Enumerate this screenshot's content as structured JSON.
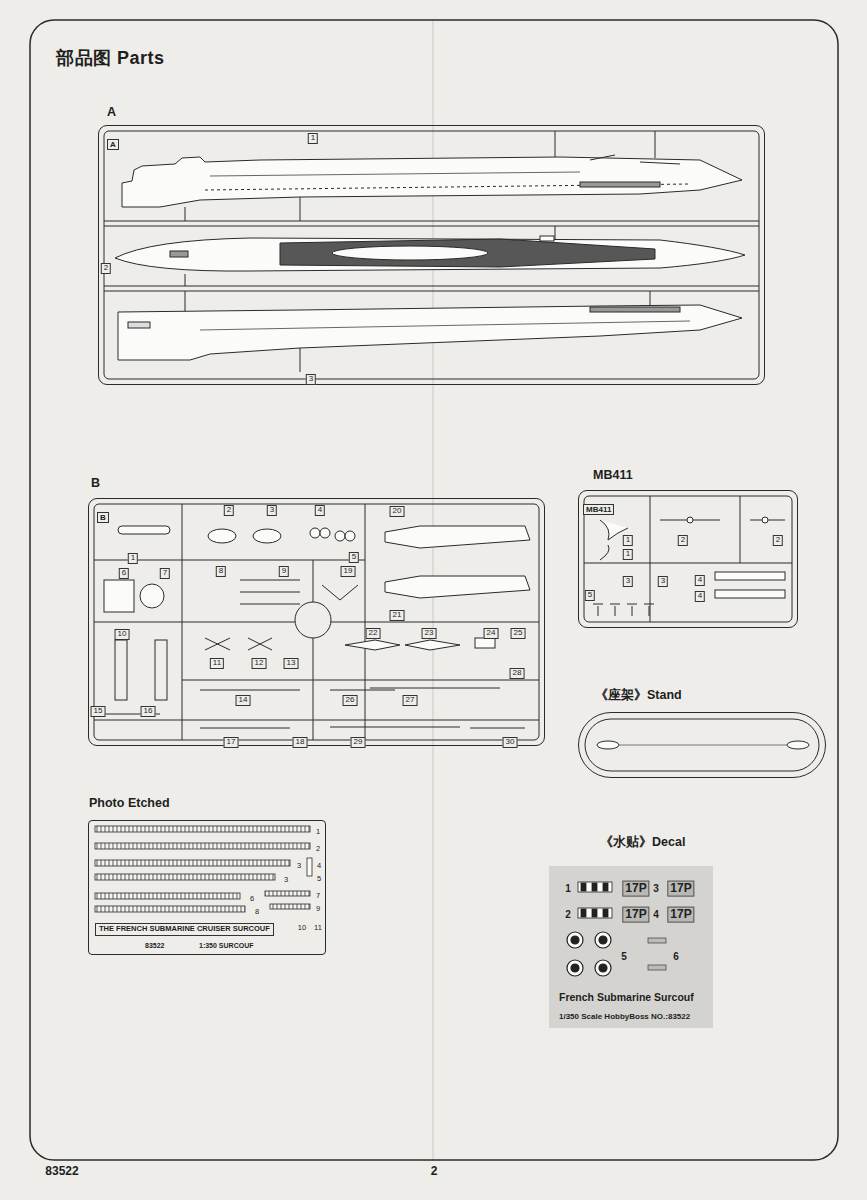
{
  "diagram": {
    "title": "部品图 Parts",
    "nodes": [
      {
        "text": [
          "A",
          "A"
        ]
      },
      {
        "text": [
          "B",
          "B"
        ]
      },
      {
        "text": [
          "MB411",
          "MB411"
        ]
      },
      {
        "text": [
          "《座架》Stand"
        ]
      },
      {
        "text": [
          "Photo Etched",
          "THE FRENCH SUBMARINE CRUISER SURCOUF",
          "83522",
          "1:350 SURCOUF"
        ]
      },
      {
        "text": [
          "《水贴》Decal",
          "French Submarine Surcouf",
          "1/350 Scale HobbyBoss NO.:83522"
        ]
      }
    ],
    "labels": [
      "1",
      "2",
      "3",
      "1",
      "2",
      "3",
      "4",
      "5",
      "6",
      "7",
      "8",
      "9",
      "10",
      "11",
      "12",
      "13",
      "14",
      "15",
      "16",
      "17",
      "18",
      "19",
      "20",
      "21",
      "22",
      "23",
      "24",
      "25",
      "26",
      "27",
      "28",
      "29",
      "30",
      "1",
      "1",
      "2",
      "2",
      "3",
      "3",
      "4",
      "4",
      "5",
      "1",
      "2",
      "3",
      "3",
      "4",
      "5",
      "6",
      "7",
      "8",
      "9",
      "10",
      "11",
      "1",
      "17P",
      "3",
      "17P",
      "2",
      "17P",
      "4",
      "17P",
      "5",
      "6",
      "83522",
      "2"
    ]
  }
}
